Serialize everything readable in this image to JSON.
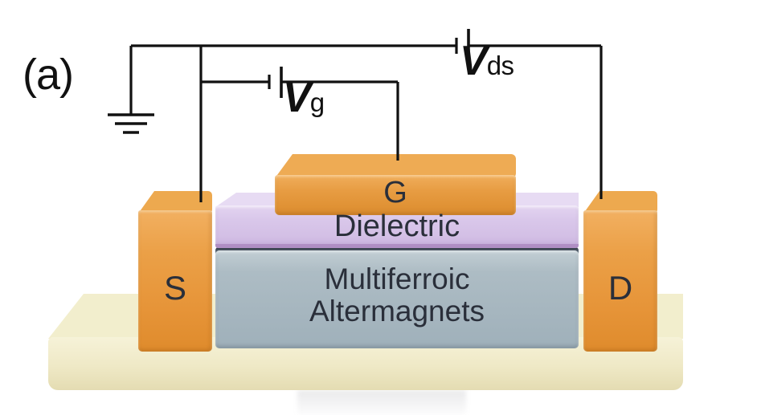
{
  "figure": {
    "panel_label": "(a)",
    "type": "device-schematic"
  },
  "circuit": {
    "ground": {
      "name": "ground-symbol",
      "bars": 3
    },
    "sources": [
      {
        "id": "vg",
        "symbol": "battery",
        "main": "V",
        "subscript": "g",
        "label": "Vg",
        "connects": [
          "source-electrode",
          "gate-electrode"
        ]
      },
      {
        "id": "vds",
        "symbol": "battery",
        "main": "V",
        "subscript": "ds",
        "label": "Vds",
        "connects": [
          "source-electrode",
          "drain-electrode"
        ]
      }
    ],
    "wire_color": "#111111"
  },
  "device": {
    "electrodes": [
      {
        "id": "source",
        "label": "S",
        "color": "#e69438",
        "text_color": "#2a2f3a"
      },
      {
        "id": "gate",
        "label": "G",
        "color": "#e79c42",
        "text_color": "#2a2f3a"
      },
      {
        "id": "drain",
        "label": "D",
        "color": "#e69438",
        "text_color": "#2a2f3a"
      }
    ],
    "layers": [
      {
        "id": "dielectric",
        "label": "Dielectric",
        "color": "#d9c7ea",
        "text_color": "#2a2f3a"
      },
      {
        "id": "channel",
        "label_line1": "Multiferroic",
        "label_line2": "Altermagnets",
        "color": "#a6b6bf",
        "text_color": "#2a2f3a"
      }
    ],
    "substrate": {
      "id": "substrate",
      "color": "#efe9c6"
    }
  }
}
